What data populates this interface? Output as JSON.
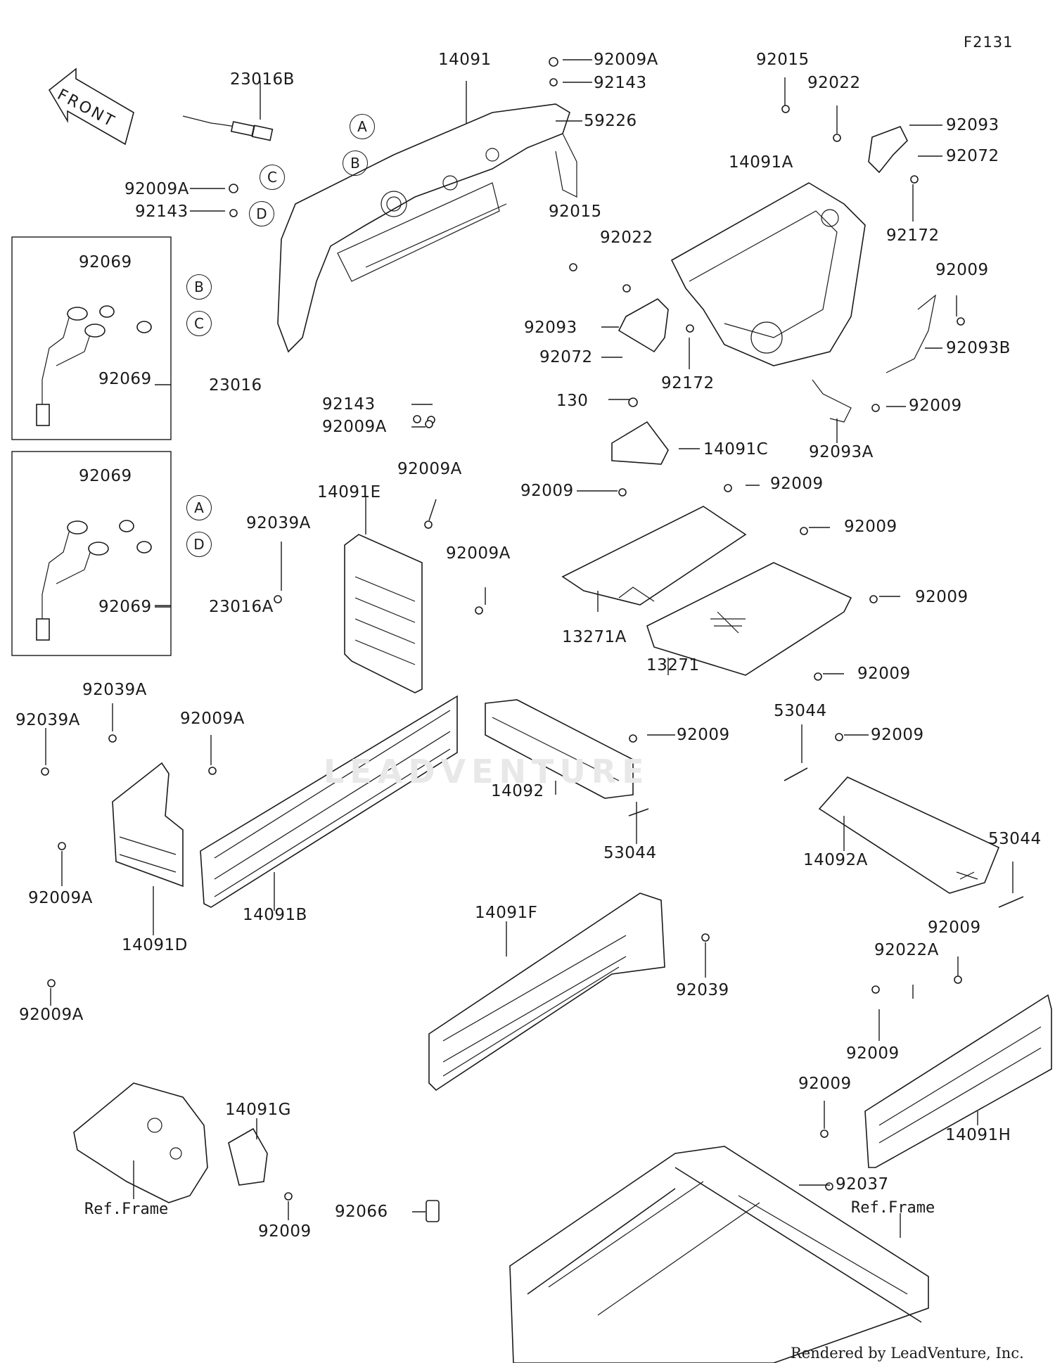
{
  "figure_code": "F2131",
  "credit": "Rendered by LeadVenture, Inc.",
  "watermark": "LEADVENTURE",
  "front_arrow_label": "FRONT",
  "ref_labels": [
    "Ref.Frame",
    "Ref.Frame"
  ],
  "callout_letters": {
    "a_top": "A",
    "b_top": "B",
    "c_top": "C",
    "d_top": "D",
    "b_box": "B",
    "c_box": "C",
    "a_box": "A",
    "d_box": "D"
  },
  "part_labels": [
    "14091",
    "23016B",
    "92009A",
    "92143",
    "59226",
    "92015",
    "92022",
    "92093",
    "92072",
    "92009A",
    "92143",
    "92069",
    "92069",
    "23016",
    "92015",
    "92022",
    "14091A",
    "92172",
    "92009",
    "92093",
    "92072",
    "92172",
    "92093B",
    "92009",
    "92143",
    "92009A",
    "130",
    "14091C",
    "92093A",
    "92069",
    "92009A",
    "14091E",
    "92039A",
    "92009A",
    "92009",
    "92009",
    "92009",
    "92009",
    "92069",
    "23016A",
    "13271A",
    "13271",
    "92009",
    "92039A",
    "92039A",
    "92009A",
    "53044",
    "92009",
    "92009",
    "14092",
    "92009A",
    "14091B",
    "14091D",
    "53044",
    "14092A",
    "53044",
    "14091F",
    "92039",
    "92009A",
    "92009",
    "92022A",
    "92009",
    "92009",
    "14091H",
    "14091G",
    "92037",
    "92066",
    "92009"
  ]
}
